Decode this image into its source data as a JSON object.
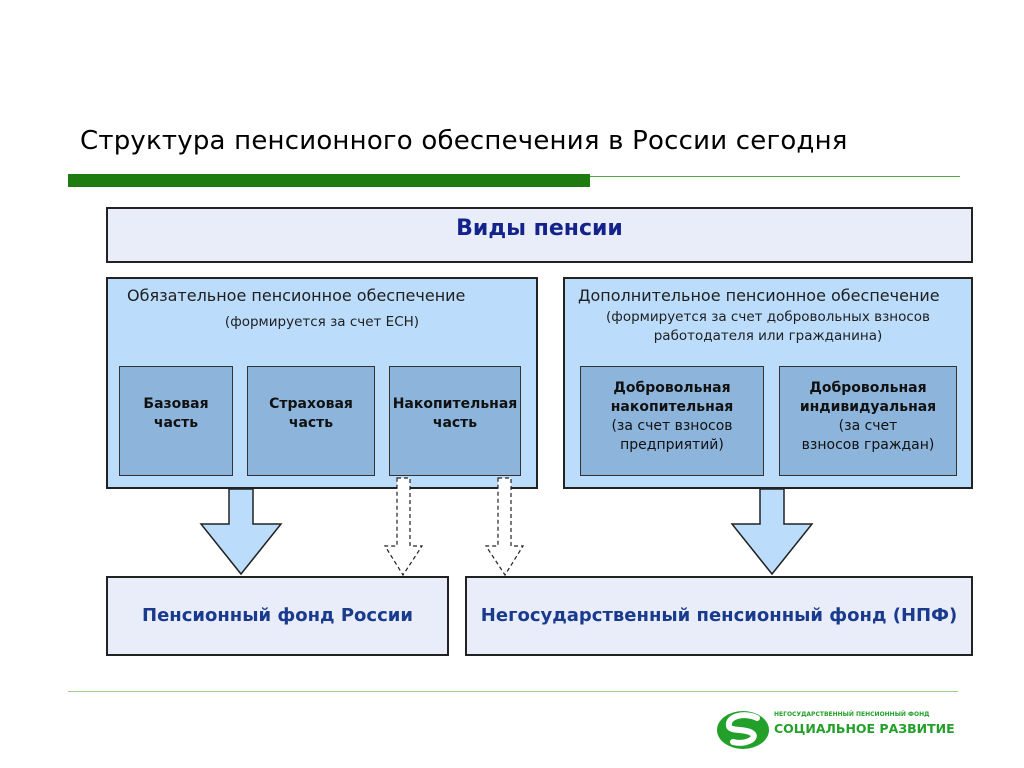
{
  "title": "Структура пенсионного обеспечения в России сегодня",
  "types_header": "Виды пенсии",
  "mandatory": {
    "title": "Обязательное пенсионное  обеспечение",
    "subtitle": "(формируется за счет ЕСН)",
    "parts": [
      {
        "line1": "Базовая",
        "line2": "часть"
      },
      {
        "line1": "Страховая",
        "line2": "часть"
      },
      {
        "line1": "Накопительная",
        "line2": "часть"
      }
    ]
  },
  "additional": {
    "title": "Дополнительное пенсионное обеспечение",
    "subtitle_line1": "(формируется за счет добровольных взносов",
    "subtitle_line2": "работодателя или гражданина)",
    "parts": [
      {
        "line1": "Добровольная",
        "line2": "накопительная",
        "line3": "(за счет взносов",
        "line4": "предприятий)"
      },
      {
        "line1": "Добровольная",
        "line2": "индивидуальная",
        "line3": "(за счет",
        "line4": "взносов граждан)"
      }
    ]
  },
  "funds": {
    "pfr": "Пенсионный фонд России",
    "npf": "Негосударственный пенсионный фонд (НПФ)"
  },
  "logo": {
    "small_text": "НЕГОСУДАРСТВЕННЫЙ ПЕНСИОННЫЙ ФОНД",
    "big_text": "СОЦИАЛЬНОЕ РАЗВИТИЕ"
  },
  "colors": {
    "accent_green": "#1e7b12",
    "panel_blue": "#bbdcfb",
    "part_blue": "#8db5dc",
    "header_fill": "#e8edf9",
    "header_text": "#14238c"
  }
}
